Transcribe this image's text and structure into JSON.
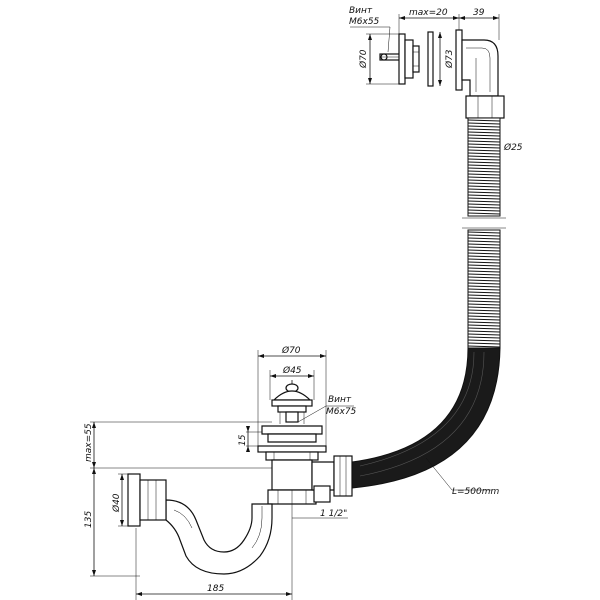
{
  "labels": {
    "screw_top": "Винт",
    "screw_top_size": "M6x55",
    "max_20": "max=20",
    "dim_39": "39",
    "d70_top": "Ø70",
    "d73": "Ø73",
    "d25": "Ø25",
    "d70_bottom": "Ø70",
    "d45": "Ø45",
    "screw_bottom": "Винт",
    "screw_bottom_size": "M6x75",
    "max_55": "max=55",
    "dim_15": "15",
    "d40": "Ø40",
    "dim_135": "135",
    "thread": "1 1/2\"",
    "hose_length": "L=500mm",
    "dim_185": "185"
  },
  "colors": {
    "line": "#111111",
    "hose": "#1a1a1a",
    "background": "#ffffff"
  }
}
